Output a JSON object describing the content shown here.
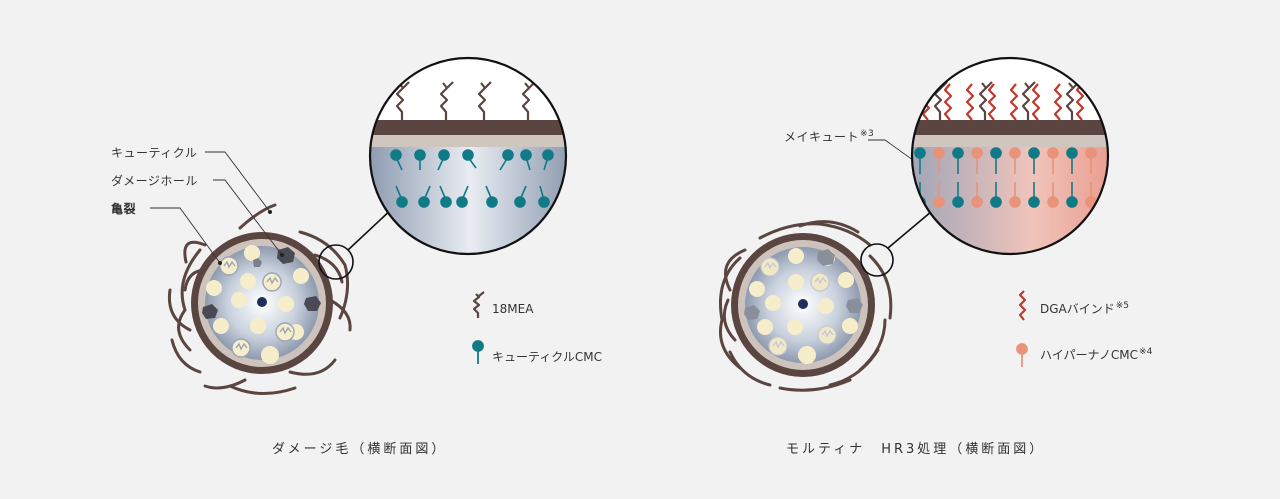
{
  "left": {
    "labels": {
      "cuticle": "キューティクル",
      "damage_hole": "ダメージホール",
      "crack": "亀裂"
    },
    "legend": [
      {
        "text": "18MEA"
      },
      {
        "text": "キューティクルCMC"
      }
    ],
    "caption": "ダメージ毛（横断面図）"
  },
  "right": {
    "label": {
      "text": "メイキュート",
      "sup": "※3"
    },
    "legend": [
      {
        "text": "DGAバインド",
        "sup": "※5"
      },
      {
        "text": "ハイパーナノCMC",
        "sup": "※4"
      }
    ],
    "caption": "モルティナ　HR3処理（横断面図）"
  },
  "colors": {
    "background": "#f2f2f2",
    "hair_brown": "#5a4540",
    "teal_cmc": "#117a87",
    "dga_red": "#c0392b",
    "hyper_nano_orange": "#e8937a",
    "cortex_blue_gray": "#8e9bb2",
    "granule_cream": "#f6eecb",
    "medulla_navy": "#1d2f5a"
  },
  "icons": [
    "18mea-zigzag-icon",
    "cmc-lollipop-icon",
    "dga-zigzag-icon",
    "hyper-nano-cmc-icon"
  ]
}
